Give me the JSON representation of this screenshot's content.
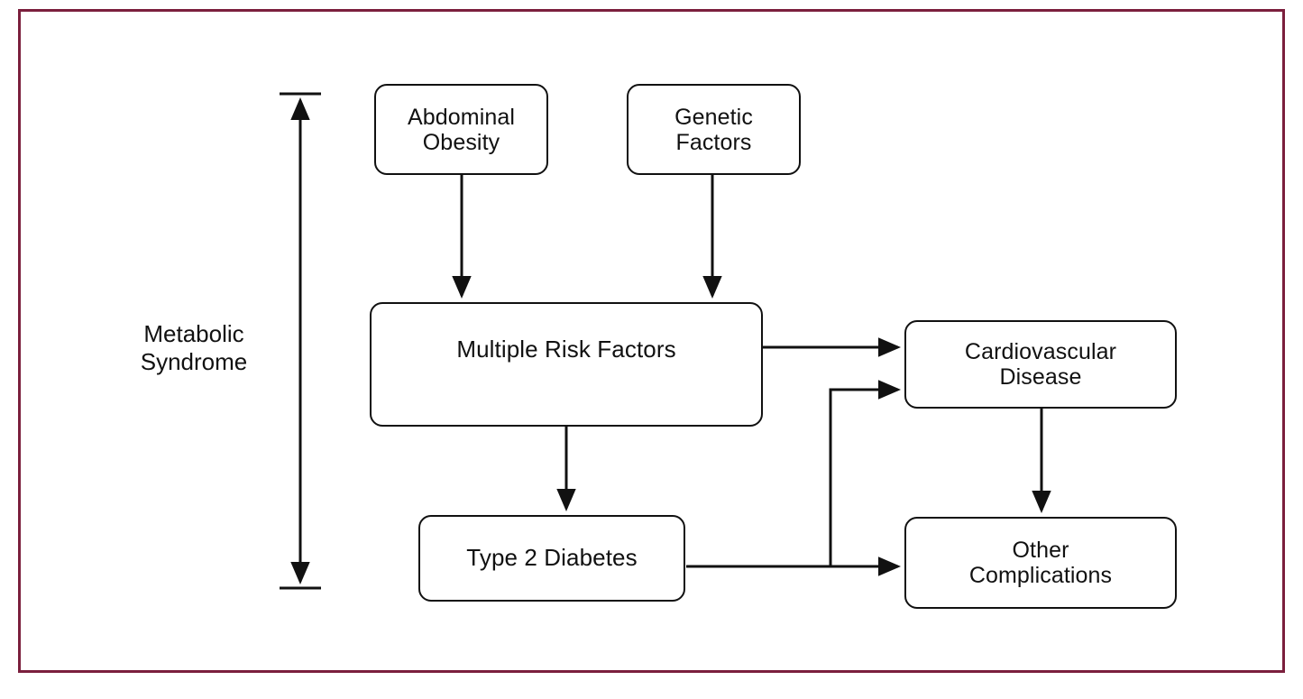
{
  "figure": {
    "title": "Metabolic Syndrome pathway diagram",
    "border_color": "#7b1f3d",
    "line_color": "#111111",
    "background": "#ffffff"
  },
  "bracket": {
    "label": "Metabolic\nSyndrome",
    "name": "metabolic-syndrome-bracket",
    "type": "double-headed-vertical-arrow"
  },
  "nodes": {
    "abdominal_obesity": {
      "label": "Abdominal\nObesity"
    },
    "genetic_factors": {
      "label": "Genetic\nFactors"
    },
    "multiple_risk_factors": {
      "label": "Multiple Risk Factors"
    },
    "cardiovascular_disease": {
      "label": "Cardiovascular\nDisease"
    },
    "type_2_diabetes": {
      "label": "Type 2 Diabetes"
    },
    "other_complications": {
      "label": "Other\nComplications"
    }
  },
  "edges": [
    {
      "id": "edge-obesity-to-risk",
      "from": "abdominal_obesity",
      "to": "multiple_risk_factors",
      "direction": "down"
    },
    {
      "id": "edge-genetic-to-risk",
      "from": "genetic_factors",
      "to": "multiple_risk_factors",
      "direction": "down"
    },
    {
      "id": "edge-risk-to-cvd",
      "from": "multiple_risk_factors",
      "to": "cardiovascular_disease",
      "direction": "right"
    },
    {
      "id": "edge-risk-to-diabetes",
      "from": "multiple_risk_factors",
      "to": "type_2_diabetes",
      "direction": "down"
    },
    {
      "id": "edge-diabetes-to-other",
      "from": "type_2_diabetes",
      "to": "other_complications",
      "direction": "right"
    },
    {
      "id": "edge-diabetes-to-cvd",
      "from": "type_2_diabetes",
      "to": "cardiovascular_disease",
      "direction": "up-right-elbow"
    },
    {
      "id": "edge-cvd-to-other",
      "from": "cardiovascular_disease",
      "to": "other_complications",
      "direction": "down"
    }
  ]
}
